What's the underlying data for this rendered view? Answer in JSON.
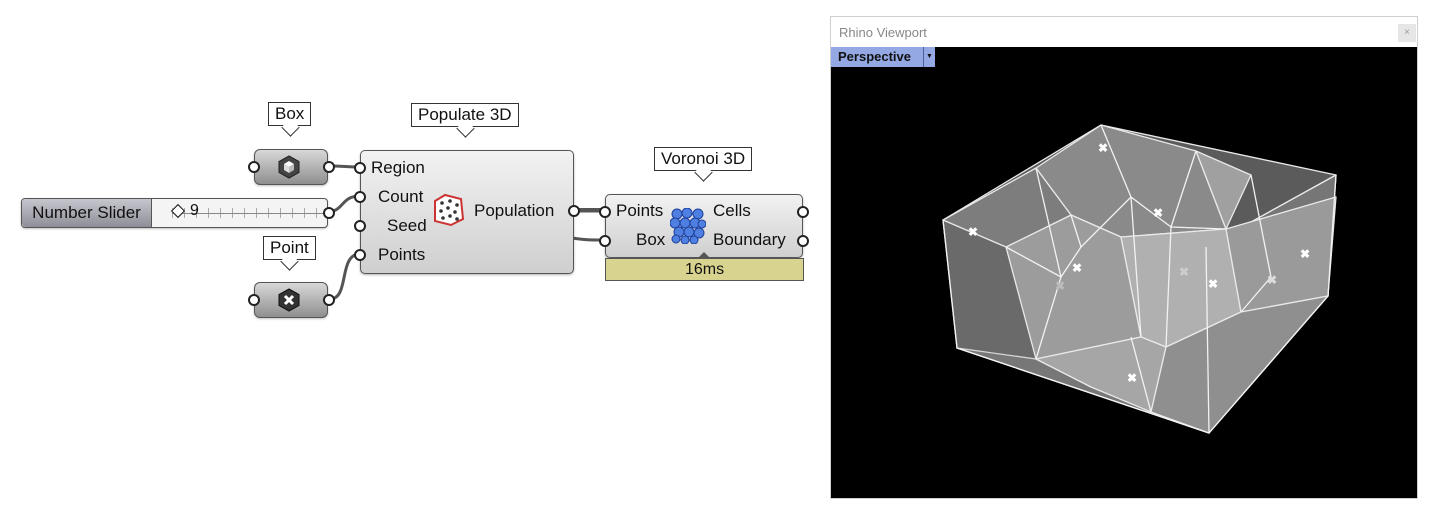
{
  "callouts": {
    "box": "Box",
    "populate": "Populate 3D",
    "voronoi": "Voronoi 3D",
    "point": "Point"
  },
  "slider": {
    "name": "Number Slider",
    "value": "9"
  },
  "populate": {
    "inputs": [
      "Region",
      "Count",
      "Seed",
      "Points"
    ],
    "output": "Population"
  },
  "voronoi": {
    "inputs": [
      "Points",
      "Box"
    ],
    "outputs": [
      "Cells",
      "Boundary"
    ],
    "timer": "16ms"
  },
  "viewport": {
    "window_title": "Rhino Viewport",
    "close_glyph": "×",
    "view_name": "Perspective",
    "menu_glyph": "▼"
  },
  "icons": {
    "box_param": "box-icon",
    "point_param": "point-x-icon",
    "populate": "populate-3d-icon",
    "voronoi": "voronoi-3d-icon"
  },
  "colors": {
    "viewport_bg": "#000000",
    "view_tab": "#94a9e3",
    "timer_bar": "#d8d48f",
    "slider_label": "#9c9ca6"
  }
}
